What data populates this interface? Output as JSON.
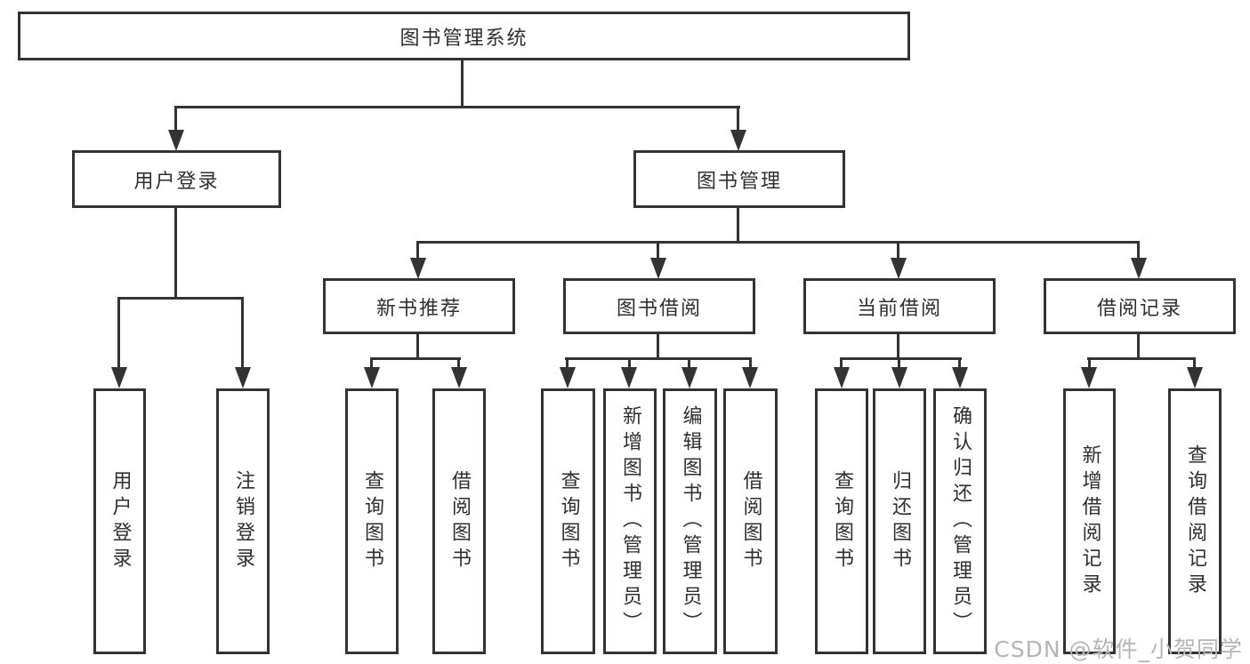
{
  "diagram_title": "图书管理系统",
  "watermark": "CSDN @软件_小贺同学",
  "colors": {
    "line": "#333333",
    "box_border": "#333333",
    "box_background": "#ffffff",
    "text": "#2f2f2f",
    "watermark_text": "#b5b5b5"
  },
  "nodes": {
    "root": {
      "label": "图书管理系统",
      "children": [
        "user_login",
        "book_mgmt"
      ]
    },
    "user_login": {
      "label": "用户登录",
      "children": [
        "ul_user_login",
        "ul_logout"
      ]
    },
    "book_mgmt": {
      "label": "图书管理",
      "children": [
        "new_book_rec",
        "book_borrow",
        "current_borrow",
        "borrow_record"
      ]
    },
    "new_book_rec": {
      "label": "新书推荐",
      "children": [
        "nb_query",
        "nb_borrow"
      ]
    },
    "book_borrow": {
      "label": "图书借阅",
      "children": [
        "bb_query",
        "bb_add",
        "bb_edit",
        "bb_borrow"
      ]
    },
    "current_borrow": {
      "label": "当前借阅",
      "children": [
        "cb_query",
        "cb_return",
        "cb_confirm"
      ]
    },
    "borrow_record": {
      "label": "借阅记录",
      "children": [
        "br_add",
        "br_query"
      ]
    },
    "ul_user_login": {
      "label": "用户登录"
    },
    "ul_logout": {
      "label": "注销登录"
    },
    "nb_query": {
      "label": "查询图书"
    },
    "nb_borrow": {
      "label": "借阅图书"
    },
    "bb_query": {
      "label": "查询图书"
    },
    "bb_add": {
      "label": "新增图书（管理员）"
    },
    "bb_edit": {
      "label": "编辑图书（管理员）"
    },
    "bb_borrow": {
      "label": "借阅图书"
    },
    "cb_query": {
      "label": "查询图书"
    },
    "cb_return": {
      "label": "归还图书"
    },
    "cb_confirm": {
      "label": "确认归还（管理员）"
    },
    "br_add": {
      "label": "新增借阅记录"
    },
    "br_query": {
      "label": "查询借阅记录"
    }
  }
}
